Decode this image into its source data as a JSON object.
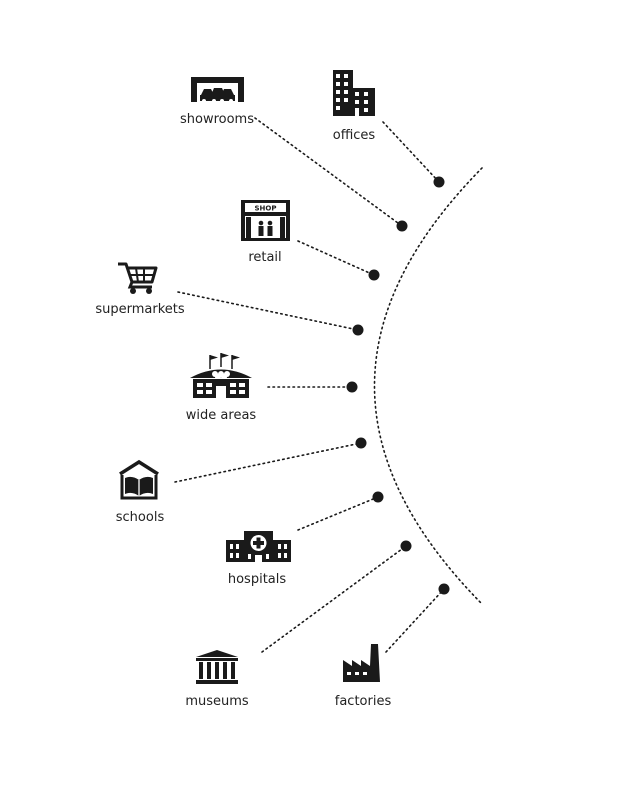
{
  "colors": {
    "ink": "#1a1a1a",
    "text": "#222222",
    "background": "#ffffff"
  },
  "items": [
    {
      "label": "showrooms",
      "icon": "garage-cars-icon"
    },
    {
      "label": "offices",
      "icon": "office-building-icon"
    },
    {
      "label": "retail",
      "icon": "shop-storefront-icon"
    },
    {
      "label": "supermarkets",
      "icon": "shopping-cart-icon"
    },
    {
      "label": "wide areas",
      "icon": "stadium-icon"
    },
    {
      "label": "schools",
      "icon": "school-book-icon"
    },
    {
      "label": "hospitals",
      "icon": "hospital-icon"
    },
    {
      "label": "museums",
      "icon": "museum-icon"
    },
    {
      "label": "factories",
      "icon": "factory-icon"
    }
  ],
  "shop_sign": "SHOP"
}
